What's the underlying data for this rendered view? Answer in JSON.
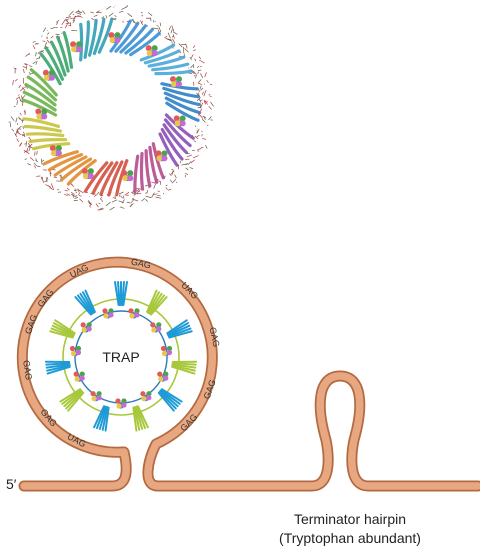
{
  "labels": {
    "five_prime": "5′",
    "trap": "TRAP",
    "terminator_line1": "Terminator hairpin",
    "terminator_line2": "(Tryptophan abundant)"
  },
  "rna_codons": [
    "GAG",
    "GAG",
    "UAG",
    "GAG",
    "UAG",
    "GAG",
    "GAG",
    "GAG",
    "UAG",
    "GAG",
    "GAG"
  ],
  "colors": {
    "rna_fill": "#e7a781",
    "rna_edge": "#b46a40",
    "protein_blue": "#1e9bd7",
    "protein_green": "#a8c83c",
    "inner_ring": "#2a7ab8",
    "inner_ring_green": "#a8c83c"
  },
  "trap_subunits": 11
}
